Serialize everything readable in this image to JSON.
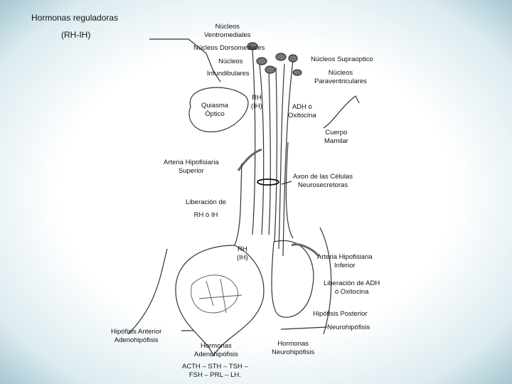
{
  "title": "Hormonas reguladoras",
  "subtitle": "(RH-IH)",
  "labels": {
    "ventromediales": [
      "Núcleos",
      "Ventromediales"
    ],
    "dorsomediales": "Núcleos Dorsomediales",
    "supraoptico": "Núcleos Supraoptico",
    "nucleos": "Núcleos",
    "infundibulares": "Infundibulares",
    "paraventriculares": [
      "Núcleos",
      "Paraventriculares"
    ],
    "quiasma": [
      "Quiasma",
      "Óptico"
    ],
    "rh_ih_top": [
      "RH",
      "(IH)"
    ],
    "adh": [
      "ADH ó",
      "Oxitocina"
    ],
    "cuerpo": [
      "Cuerpo",
      "Mamilar"
    ],
    "arteria_sup": [
      "Arteria Hipofisiaria",
      "Superior"
    ],
    "axon": [
      "Axon de las Células",
      "Neurosecretoras"
    ],
    "liberacion_rh": [
      "Liberación de",
      "RH ó IH"
    ],
    "rh_ih_mid": [
      "RH",
      "(IH)"
    ],
    "arteria_inf": [
      "Arteria Hipofisiaria",
      "Inferior"
    ],
    "liberacion_adh": [
      "Liberación de ADH",
      "ó Oxitocina"
    ],
    "hipofisis_post": "Hipófisis Posterior",
    "neurohipofisis": "Neurohipófisis",
    "hipofisis_ant": [
      "Hipófisis Anterior",
      "Adenohipófisis"
    ],
    "hormonas_adeno": [
      "Hormonas",
      "Adenohipófisis"
    ],
    "hormonas_neuro": [
      "Hormonas",
      "Neurohipófisis"
    ],
    "hormonas_list": [
      "ACTH – STH – TSH –",
      "FSH – PRL – LH."
    ]
  }
}
